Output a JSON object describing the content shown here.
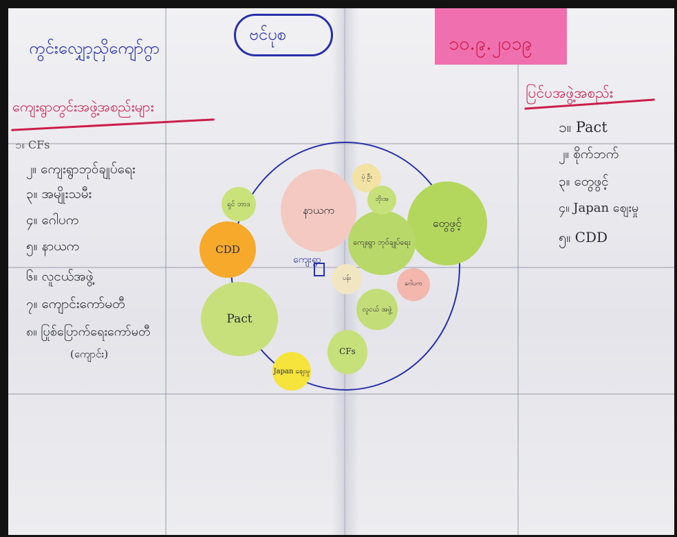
{
  "header": {
    "title": "ကွင်းလျှော့ညှိကျော်ဂွာ",
    "cloud_label": "ဗင်ပုစ",
    "date": "၁၀.၉.၂၀၁၉"
  },
  "left_panel": {
    "heading": "ကျေးရွာတွင်းအဖွဲ့အစည်းများ",
    "items": [
      "၁။ CFs",
      "၂။ ကျေးရွာဘုဝ်ချုပ်ရေး",
      "၃။ အမျိုးသမီး",
      "၄။ ဂေါပက",
      "၅။ နာယက",
      "၆။ လူငယ်အဖွဲ့",
      "၇။ ကျောင်းကော်မတီ",
      "၈။ ပြုစ်ပြောက်ရေးကော်မတီ",
      "(ကျောင်း)"
    ]
  },
  "right_panel": {
    "heading": "ပြင်ပအဖွဲ့အစည်း",
    "items": [
      "၁။ Pact",
      "၂။ စိုက်ဘက်",
      "၃။ တွေဖွင့်",
      "၄။ Japan ဈေးမှု",
      "၅။ CDD"
    ]
  },
  "diagram": {
    "center_label": "ကျေးရွာ",
    "bubbles": [
      {
        "id": "nayaka",
        "label": "နာယက",
        "color": "#f3c9c2"
      },
      {
        "id": "youth-small",
        "label": "ရှင် ဘာဒ",
        "color": "#c9e27a"
      },
      {
        "id": "cdd",
        "label": "CDD",
        "color": "#f6a92a"
      },
      {
        "id": "twebhwin",
        "label": "တွေဖွင့်",
        "color": "#b3d65c"
      },
      {
        "id": "village-admin",
        "label": "ကျေးရွာ ဘုဝ်ချုပ်ရေး",
        "color": "#b8d86a"
      },
      {
        "id": "tiny-yellow",
        "label": "ပုံ ဦး",
        "color": "#f2e2a4"
      },
      {
        "id": "tiny-green",
        "label": "ဘိုးအ",
        "color": "#c6e07a"
      },
      {
        "id": "mini-cream",
        "label": "ပန်း",
        "color": "#f2e6c2"
      },
      {
        "id": "gawpaka",
        "label": "ဂေါပက",
        "color": "#f3b7ae"
      },
      {
        "id": "pact",
        "label": "Pact",
        "color": "#c8e07c"
      },
      {
        "id": "youth-group",
        "label": "လူငယ် အဖွဲ့",
        "color": "#c3dd79"
      },
      {
        "id": "cfs",
        "label": "CFs",
        "color": "#c6e07a"
      },
      {
        "id": "japan",
        "label": "Japan ဈေးမှု",
        "color": "#f6e33c"
      }
    ]
  },
  "colors": {
    "heading_red": "#cc1d4a",
    "ink_blue": "#2630a8",
    "date_pink": "#f06fae"
  }
}
